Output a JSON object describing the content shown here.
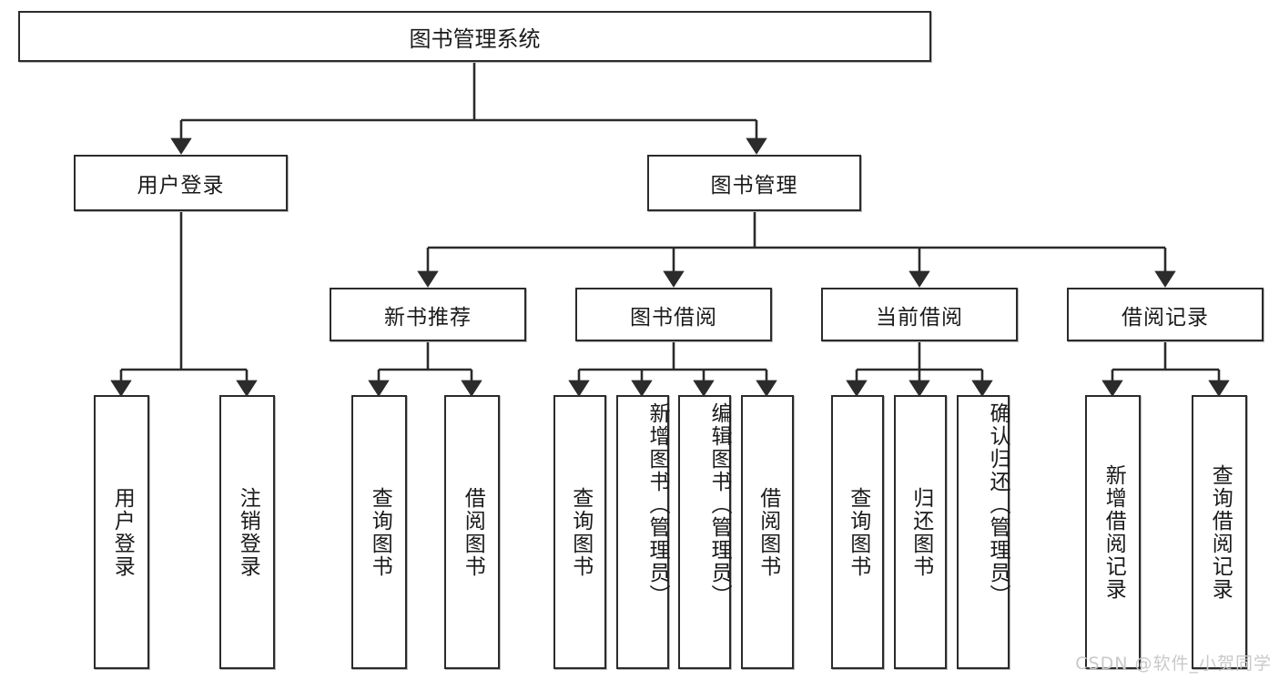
{
  "diagram": {
    "title": "图书管理系统",
    "type": "tree",
    "watermark": "CSDN @软件_小贺同学",
    "colors": {
      "stroke": "#2b2b2b",
      "fill": "#ffffff",
      "text": "#1a1a1a",
      "watermark": "#c9c9c9"
    },
    "root": {
      "label": "图书管理系统"
    },
    "level1": [
      {
        "label": "用户登录"
      },
      {
        "label": "图书管理"
      }
    ],
    "level2": [
      {
        "label": "新书推荐"
      },
      {
        "label": "图书借阅"
      },
      {
        "label": "当前借阅"
      },
      {
        "label": "借阅记录"
      }
    ],
    "leaves": [
      {
        "label": "用户登录",
        "parent": "用户登录"
      },
      {
        "label": "注销登录",
        "parent": "用户登录"
      },
      {
        "label": "查询图书",
        "parent": "新书推荐"
      },
      {
        "label": "借阅图书",
        "parent": "新书推荐"
      },
      {
        "label": "查询图书",
        "parent": "图书借阅"
      },
      {
        "label": "新增图书（管理员）",
        "parent": "图书借阅"
      },
      {
        "label": "编辑图书（管理员）",
        "parent": "图书借阅"
      },
      {
        "label": "借阅图书",
        "parent": "图书借阅"
      },
      {
        "label": "查询图书",
        "parent": "当前借阅"
      },
      {
        "label": "归还图书",
        "parent": "当前借阅"
      },
      {
        "label": "确认归还（管理员）",
        "parent": "当前借阅"
      },
      {
        "label": "新增借阅记录",
        "parent": "借阅记录"
      },
      {
        "label": "查询借阅记录",
        "parent": "借阅记录"
      }
    ]
  }
}
